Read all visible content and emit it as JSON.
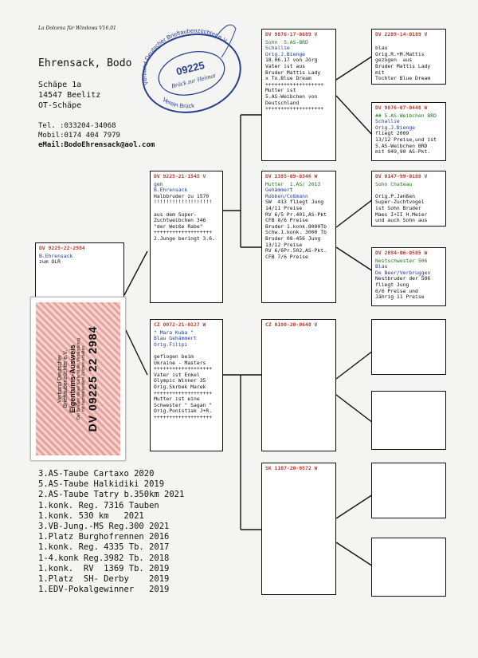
{
  "header": {
    "software_note": "La Dolcena für Windows V16.01"
  },
  "owner": {
    "name": "Ehrensack, Bodo",
    "street": "Schäpe  1a",
    "city": "14547 Beelitz",
    "district": "OT-Schäpe",
    "tel": "Tel. :033204-34068",
    "mobil": "Mobil:0174 404 7979",
    "email": "eMail:BodoEhrensack@aol.com"
  },
  "stamp": {
    "top_text": "Verband Deutscher Brieftaubenzüchter e.V.",
    "number": "09225",
    "middle_text": "Brück zur Heimat",
    "bottom_text": "Verein Brück"
  },
  "card": {
    "line1": "Verband Deutscher",
    "line2": "Brieftaubenzüchter e.V.",
    "line3": "Eigentums-Ausweis",
    "line4": "Der Besitzer dieser Karte ist der Verbandsring",
    "line5": "mit nachstehendem Zeichen erhalten",
    "number": "DV 09225 22 2984"
  },
  "pedigree": {
    "subject": {
      "ring": "DV 9225-22-2984",
      "lines": [
        "",
        "B.Ehrensack",
        "",
        "",
        "zum OLR"
      ]
    },
    "father": {
      "ring": "DV 9225-21-1545 V",
      "lines": [
        {
          "t": "geh",
          "c": "blue"
        },
        {
          "t": "B.Ehrensack",
          "c": "blue"
        },
        {
          "t": "Halbbruder zu 1570",
          "c": ""
        },
        {
          "t": "!!!!!!!!!!!!!!!!!!!",
          "c": ""
        },
        {
          "t": "",
          "c": ""
        },
        {
          "t": "aus dem Super-",
          "c": ""
        },
        {
          "t": "Zuchtweibchen 346",
          "c": ""
        },
        {
          "t": "\"der Weiße Rabe\"",
          "c": ""
        },
        {
          "t": "+++++++++++++++++++",
          "c": ""
        },
        {
          "t": "2.Junge beringt 3.6.",
          "c": ""
        }
      ]
    },
    "mother": {
      "ring": "CZ 0072-21-0127 W",
      "lines": [
        {
          "t": "\" Mara Kuba \"",
          "c": "blue"
        },
        {
          "t": "Blau Gehämmert",
          "c": "blue"
        },
        {
          "t": "Orig.Filipi",
          "c": "blue"
        },
        {
          "t": "",
          "c": ""
        },
        {
          "t": "geflogen beim",
          "c": ""
        },
        {
          "t": "Ukraine - Masters",
          "c": ""
        },
        {
          "t": "+++++++++++++++++++",
          "c": ""
        },
        {
          "t": "Vater ist Enkel",
          "c": ""
        },
        {
          "t": "Olympic Winner 35",
          "c": ""
        },
        {
          "t": "Orig.Skrbek Marek",
          "c": ""
        },
        {
          "t": "+++++++++++++++++++",
          "c": ""
        },
        {
          "t": "Mutter ist eine",
          "c": ""
        },
        {
          "t": "Schwester \" Sagan \"",
          "c": ""
        },
        {
          "t": "Orig.Ponistiak J+R.",
          "c": ""
        },
        {
          "t": "+++++++++++++++++++",
          "c": ""
        }
      ]
    },
    "ff": {
      "ring": "DV 9876-17-0689 V",
      "lines": [
        {
          "t": "Sohn  5.AS-BRD",
          "c": "green"
        },
        {
          "t": "Schallie",
          "c": "blue"
        },
        {
          "t": "Orig.J.Bienge",
          "c": "blue"
        },
        {
          "t": "18.06.17 von Jörg",
          "c": ""
        },
        {
          "t": "Vater ist aus",
          "c": ""
        },
        {
          "t": "Bruder Mattis Lady",
          "c": ""
        },
        {
          "t": "x To.Blue Dream",
          "c": ""
        },
        {
          "t": "+++++++++++++++++++",
          "c": ""
        },
        {
          "t": "Mutter ist",
          "c": ""
        },
        {
          "t": "5.AS-Weibchen von",
          "c": ""
        },
        {
          "t": "Deutschland",
          "c": ""
        },
        {
          "t": "+++++++++++++++++++",
          "c": ""
        }
      ]
    },
    "fm": {
      "ring": "DV 1385-09-0346 W",
      "lines": [
        {
          "t": "Mutter  1.AS/ 2013",
          "c": "green"
        },
        {
          "t": "Gehämmert",
          "c": "blue"
        },
        {
          "t": "Robben/Coßmann",
          "c": "blue"
        },
        {
          "t": "SW  413 fliegt Jung",
          "c": ""
        },
        {
          "t": "14/11 Preise",
          "c": ""
        },
        {
          "t": "RV 6/5 Pr.401,AS-Pkt",
          "c": ""
        },
        {
          "t": "CFB 8/6 Preise",
          "c": ""
        },
        {
          "t": "Bruder 1.konk.8000Tb",
          "c": ""
        },
        {
          "t": "Schw.1.konk. 3000 Tb",
          "c": ""
        },
        {
          "t": "Bruder 08-456 Jung",
          "c": ""
        },
        {
          "t": "13/12 Preise",
          "c": ""
        },
        {
          "t": "RV 6/6Pr.502,AS-Pkt.",
          "c": ""
        },
        {
          "t": "CFB 7/6 Preise",
          "c": ""
        }
      ]
    },
    "mf": {
      "ring": "CZ 0198-20-0648 V",
      "lines": []
    },
    "mm": {
      "ring": "SK 1107-20-0572 W",
      "lines": []
    },
    "fff": {
      "ring": "DV 2289-14-0189 V",
      "lines": [
        {
          "t": "",
          "c": ""
        },
        {
          "t": "blau",
          "c": ""
        },
        {
          "t": "Orig.R.+M.Mattis",
          "c": ""
        },
        {
          "t": "gezogen  aus",
          "c": ""
        },
        {
          "t": "Bruder Mattis Lady",
          "c": ""
        },
        {
          "t": "mit",
          "c": ""
        },
        {
          "t": "Tochter Blue Dream",
          "c": ""
        }
      ]
    },
    "ffm": {
      "ring": "DV 9876-07-0448 W",
      "lines": [
        {
          "t": "## 5.AS-Weibchen BRD",
          "c": "green"
        },
        {
          "t": "Schallie",
          "c": "blue"
        },
        {
          "t": "Orig.J.Bienge",
          "c": "blue"
        },
        {
          "t": "fliegt 2009",
          "c": ""
        },
        {
          "t": "13/12 Preise,und ist",
          "c": ""
        },
        {
          "t": "5.AS-Weibchen BRD",
          "c": ""
        },
        {
          "t": "mit 949,90 AS-Pkt.",
          "c": ""
        }
      ]
    },
    "fmf": {
      "ring": "DV 0147-99-0108 V",
      "lines": [
        {
          "t": "Sohn Chateau",
          "c": "green"
        },
        {
          "t": "",
          "c": ""
        },
        {
          "t": "Orig.P.Janßen",
          "c": ""
        },
        {
          "t": "Super-Zuchtvogel",
          "c": ""
        },
        {
          "t": "ist Sohn Bruder",
          "c": ""
        },
        {
          "t": "Maes I+II H.Meier",
          "c": ""
        },
        {
          "t": "und auch Sohn aus",
          "c": ""
        }
      ]
    },
    "fmm": {
      "ring": "DV 2894-06-0505 W",
      "lines": [
        {
          "t": "Nestschwester 506",
          "c": "green"
        },
        {
          "t": "Blau",
          "c": "blue"
        },
        {
          "t": "De Beer/Verbruggen",
          "c": "blue"
        },
        {
          "t": "Nestbruder der 506",
          "c": ""
        },
        {
          "t": "fliegt Jung",
          "c": ""
        },
        {
          "t": "6/6 Preise und",
          "c": ""
        },
        {
          "t": "Jährig 11 Preise",
          "c": ""
        }
      ]
    }
  },
  "achievements": [
    "3.AS-Taube Cartaxo 2020",
    "5.AS-Taube Halkidiki 2019",
    "2.AS-Taube Tatry b.350km 2021",
    "1.konk. Reg. 7316 Tauben",
    "1.konk. 530 km   2021",
    "3.VB-Jung.-MS Reg.300 2021",
    "1.Platz Burghofrennen 2016",
    "1.konk. Reg. 4335 Tb. 2017",
    "1-4.konk Reg.3982 Tb. 2018",
    "1.konk.  RV  1369 Tb. 2019",
    "1.Platz  SH- Derby    2019",
    "1.EDV-Pokalgewinner   2019"
  ],
  "colors": {
    "ring": "#c0392b",
    "blue": "#1f3d9a",
    "green": "#1a7a1a",
    "stamp": "#2a3f8f"
  }
}
